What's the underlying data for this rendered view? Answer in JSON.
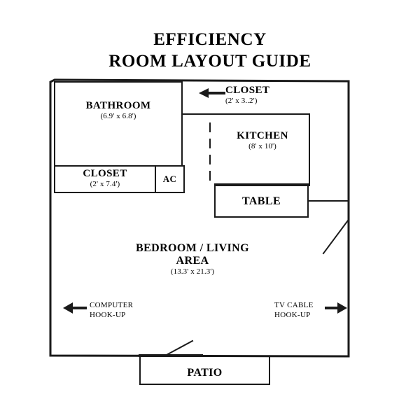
{
  "title": {
    "line1": "EFFICIENCY",
    "line2": "ROOM LAYOUT GUIDE"
  },
  "rooms": {
    "bathroom": {
      "name": "BATHROOM",
      "dim": "(6.9' x 6.8')"
    },
    "closet_bath": {
      "name": "CLOSET",
      "dim": "(2' x 7.4')"
    },
    "ac": {
      "name": "AC",
      "dim": ""
    },
    "closet_kitchen": {
      "name": "CLOSET",
      "dim": "(2' x 3..2')"
    },
    "kitchen": {
      "name": "KITCHEN",
      "dim": "(8' x 10')"
    },
    "table": {
      "name": "TABLE",
      "dim": ""
    },
    "bedroom": {
      "name": "BEDROOM / LIVING",
      "name2": "AREA",
      "dim": "(13.3' x 21.3')"
    },
    "patio": {
      "name": "PATIO",
      "dim": ""
    }
  },
  "hookups": {
    "computer": {
      "line1": "COMPUTER",
      "line2": "HOOK-UP",
      "arrow": "left"
    },
    "tv": {
      "line1": "TV CABLE",
      "line2": "HOOK-UP",
      "arrow": "right"
    }
  },
  "colors": {
    "line": "#1a1a1a",
    "background": "#ffffff",
    "text": "#000000"
  },
  "chart_data": {
    "type": "diagram",
    "title": "EFFICIENCY ROOM LAYOUT GUIDE",
    "subtype": "floor-plan",
    "spaces": [
      {
        "label": "BATHROOM",
        "dimensions": "6.9' x 6.8'"
      },
      {
        "label": "CLOSET",
        "dimensions": "2' x 7.4'"
      },
      {
        "label": "AC",
        "dimensions": ""
      },
      {
        "label": "CLOSET",
        "dimensions": "2' x 3..2'"
      },
      {
        "label": "KITCHEN",
        "dimensions": "8' x 10'"
      },
      {
        "label": "TABLE",
        "dimensions": ""
      },
      {
        "label": "BEDROOM / LIVING AREA",
        "dimensions": "13.3' x 21.3'"
      },
      {
        "label": "PATIO",
        "dimensions": ""
      }
    ],
    "annotations": [
      "COMPUTER HOOK-UP",
      "TV CABLE HOOK-UP"
    ]
  }
}
